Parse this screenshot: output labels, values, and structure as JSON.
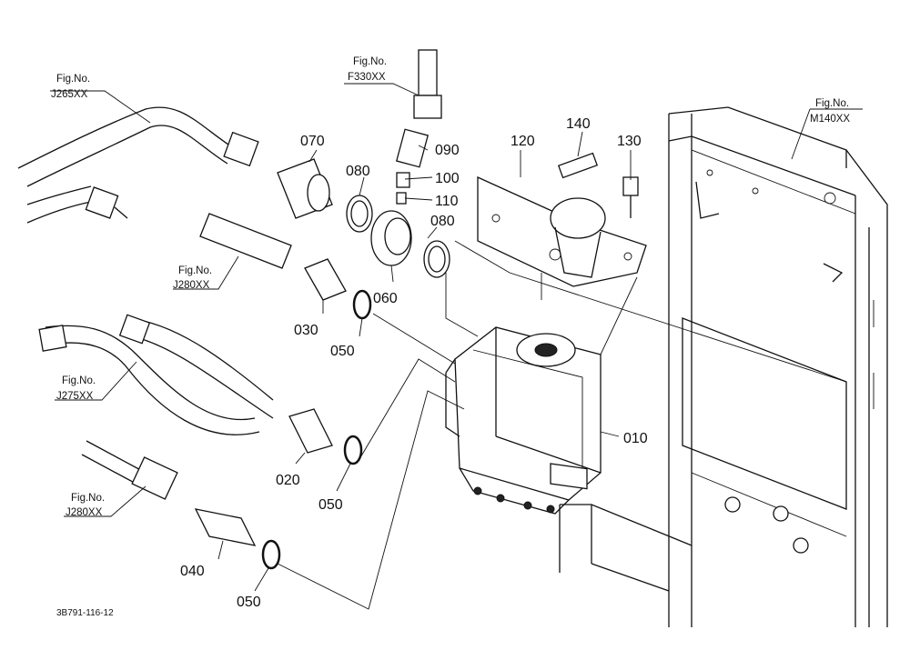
{
  "diagram": {
    "drawing_code": "3B791-116-12",
    "part_numbers": [
      "010",
      "020",
      "030",
      "040",
      "050",
      "050",
      "050",
      "060",
      "070",
      "080",
      "080",
      "090",
      "100",
      "110",
      "120",
      "130",
      "140"
    ],
    "figure_refs": [
      {
        "prefix": "Fig.No.",
        "code": "F330XX"
      },
      {
        "prefix": "Fig.No.",
        "code": "J265XX"
      },
      {
        "prefix": "Fig.No.",
        "code": "J280XX"
      },
      {
        "prefix": "Fig.No.",
        "code": "J275XX"
      },
      {
        "prefix": "Fig.No.",
        "code": "J280XX"
      },
      {
        "prefix": "Fig.No.",
        "code": "M140XX"
      }
    ]
  }
}
